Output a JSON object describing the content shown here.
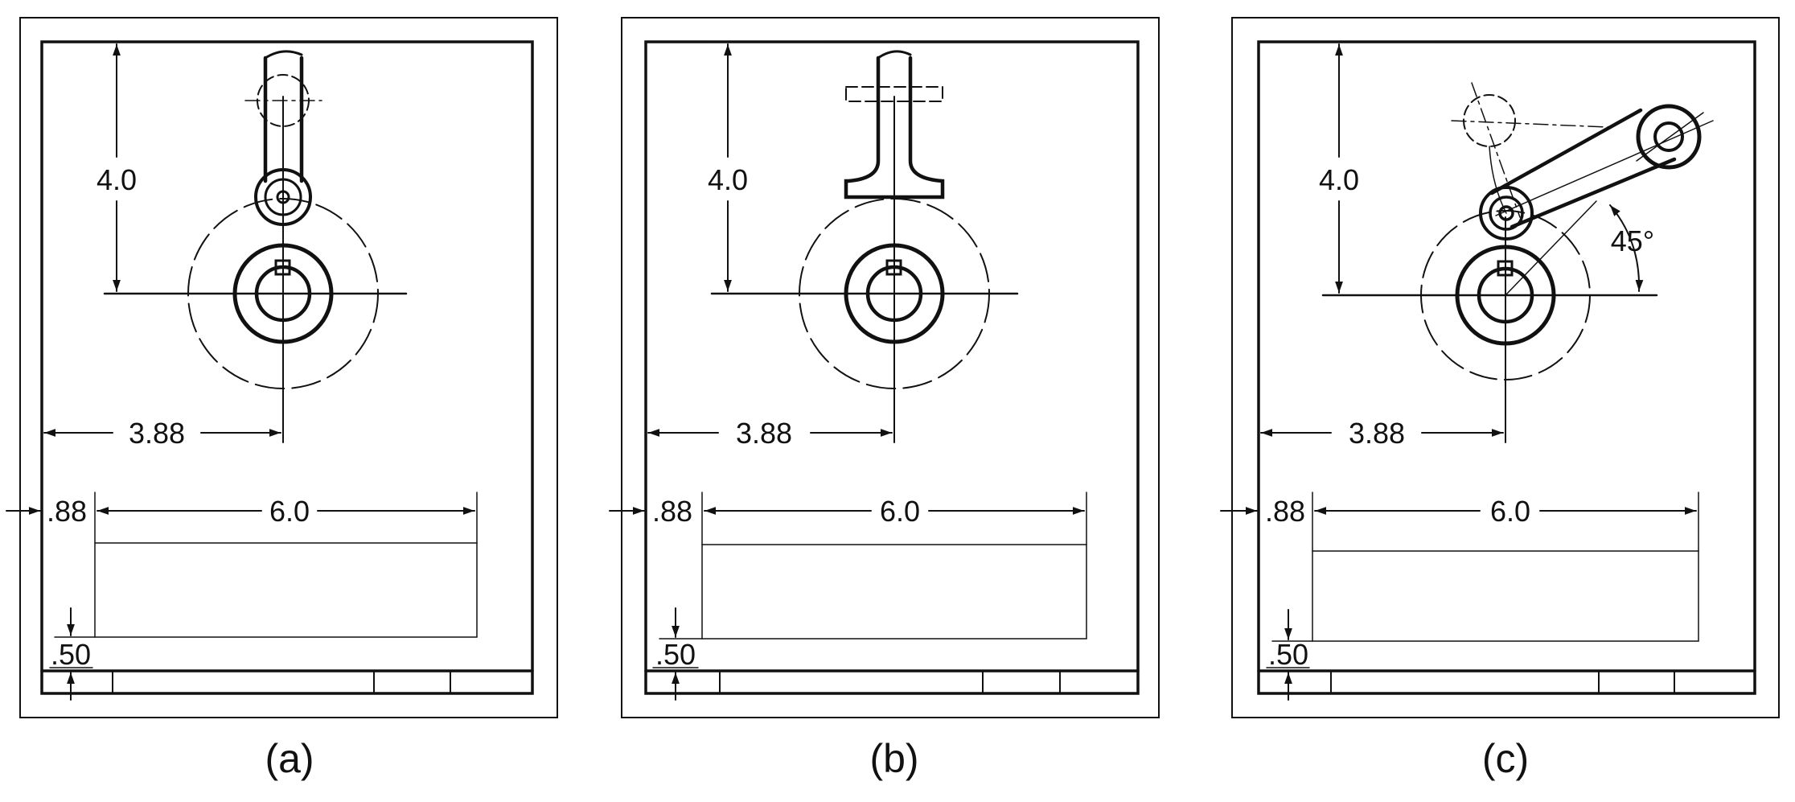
{
  "colors": {
    "ink": "#111111",
    "paper": "#ffffff"
  },
  "panels": [
    {
      "caption": "(a)",
      "dims": {
        "height": "4.0",
        "left_to_center": "3.88",
        "margin_left": ".88",
        "block_width": "6.0",
        "margin_bottom": ".50"
      }
    },
    {
      "caption": "(b)",
      "dims": {
        "height": "4.0",
        "left_to_center": "3.88",
        "margin_left": ".88",
        "block_width": "6.0",
        "margin_bottom": ".50"
      }
    },
    {
      "caption": "(c)",
      "dims": {
        "height": "4.0",
        "left_to_center": "3.88",
        "margin_left": ".88",
        "block_width": "6.0",
        "margin_bottom": ".50"
      },
      "angle": "45°"
    }
  ]
}
